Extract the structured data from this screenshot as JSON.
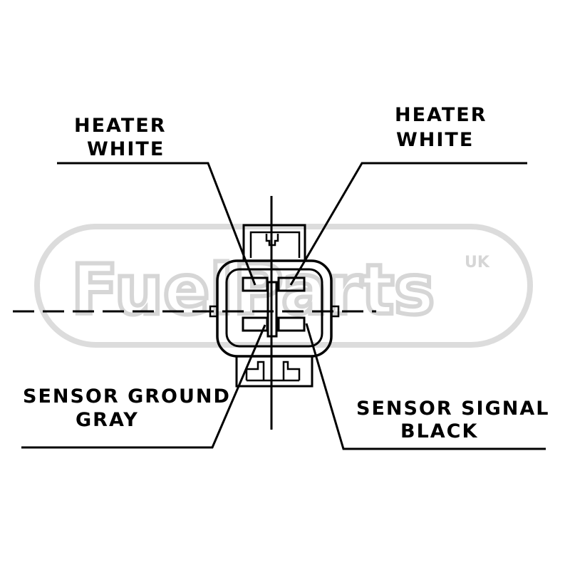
{
  "watermark": {
    "brand": "FuelParts",
    "region": "UK"
  },
  "labels": {
    "top_left": {
      "line1": "HEATER",
      "line2": "WHITE"
    },
    "top_right": {
      "line1": "HEATER",
      "line2": "WHITE"
    },
    "bottom_left": {
      "line1": "SENSOR GROUND",
      "line2": "GRAY"
    },
    "bottom_right": {
      "line1": "SENSOR SIGNAL",
      "line2": "BLACK"
    }
  },
  "colors": {
    "line": "#000000",
    "watermark": "#d6d6d6",
    "background": "#ffffff"
  }
}
